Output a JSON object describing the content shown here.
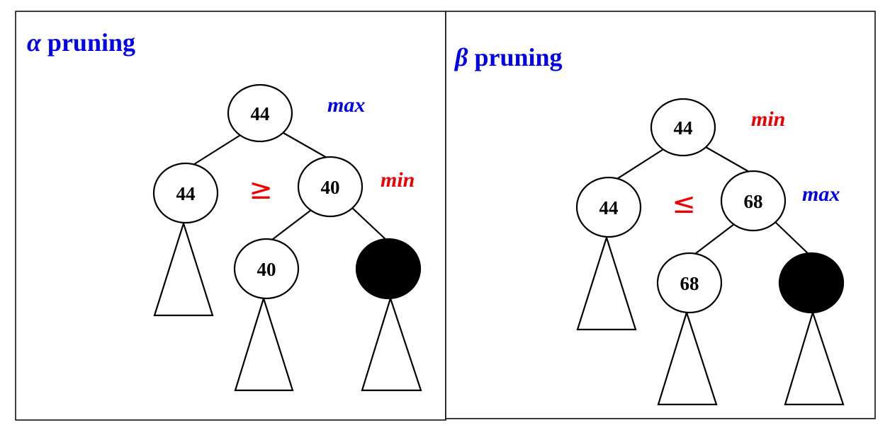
{
  "colors": {
    "blue": "#0000ee",
    "red": "#ee0000",
    "black": "#000000"
  },
  "alpha_panel": {
    "title_symbol": "α",
    "title_text": " pruning",
    "role_top": "max",
    "role_mid": "min",
    "relation": "≥",
    "root_value": "44",
    "left_value": "44",
    "right_value": "40",
    "right_child_value": "40"
  },
  "beta_panel": {
    "title_symbol": "β",
    "title_text": " pruning",
    "role_top": "min",
    "role_mid": "max",
    "relation": "≤",
    "root_value": "44",
    "left_value": "44",
    "right_value": "68",
    "right_child_value": "68"
  }
}
